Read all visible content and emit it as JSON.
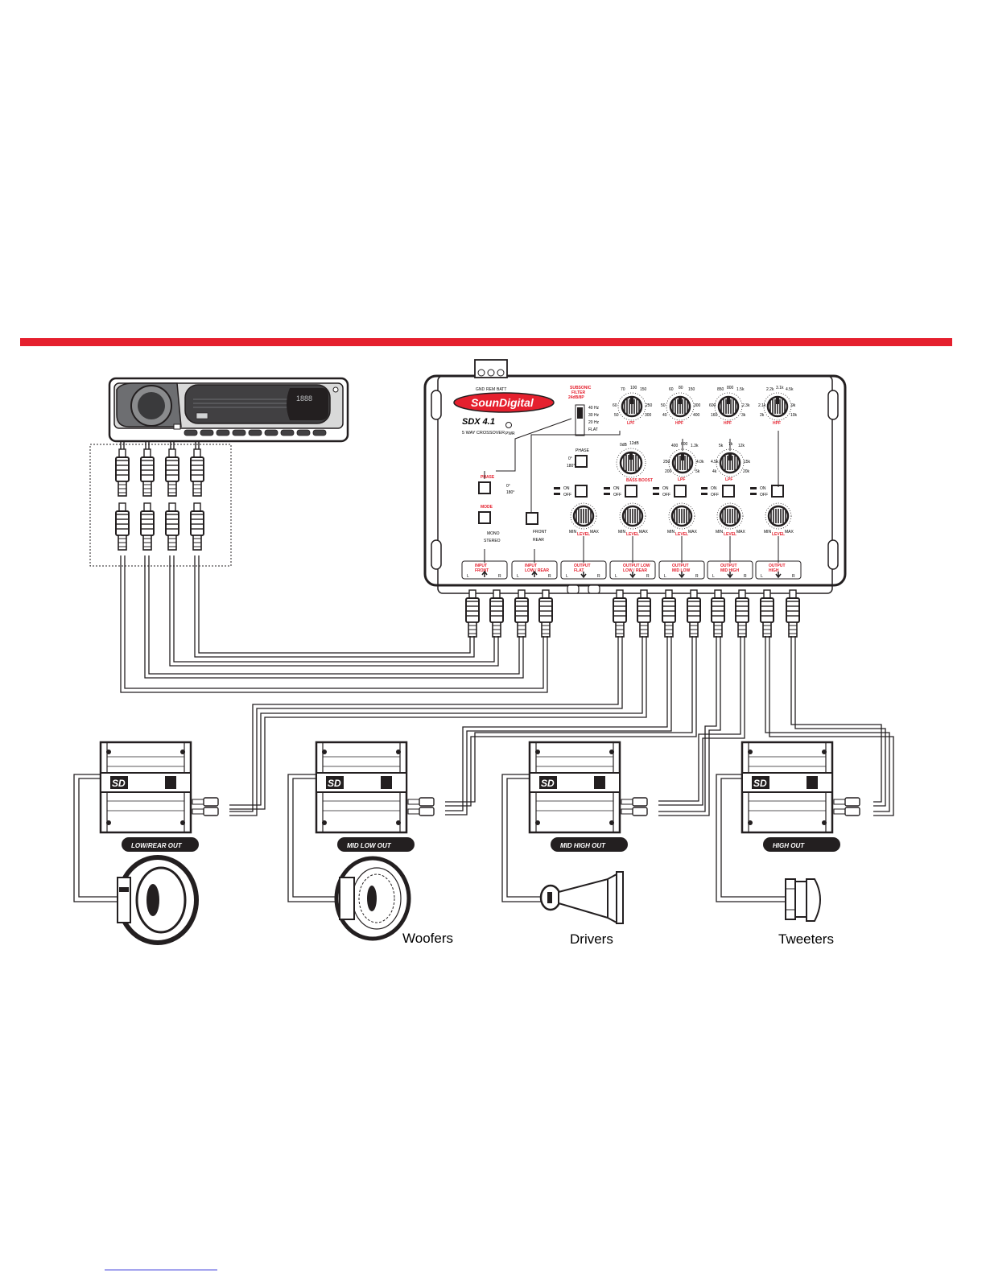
{
  "brand": {
    "logo": "SounDigital",
    "model": "SDX 4.1",
    "subtitle": "5 WAY CROSSOVER",
    "accent_color": "#e5202e",
    "power_label": "PWR"
  },
  "remote_terminal": [
    "GND",
    "REM",
    "BATT"
  ],
  "subsonic": {
    "title": [
      "SUBSONIC",
      "FILTER",
      "24dB/8P"
    ],
    "options": [
      "40 Hz",
      "30 Hz",
      "20 Hz",
      "FLAT"
    ]
  },
  "knobs_top": [
    {
      "label": "LPF",
      "ticks": [
        "70",
        "100",
        "150",
        "60",
        "250",
        "50",
        "300"
      ]
    },
    {
      "label": "HPF",
      "ticks": [
        "60",
        "80",
        "150",
        "50",
        "300",
        "40",
        "400"
      ]
    },
    {
      "label": "HPF",
      "ticks": [
        "850",
        "800",
        "1.5k",
        "600",
        "2.3k",
        "160",
        "3k"
      ]
    },
    {
      "label": "HPF",
      "ticks": [
        "2.2k",
        "3.1k",
        "4.5k",
        "2.1k",
        "9k",
        "2k",
        "10k"
      ]
    }
  ],
  "knobs_mid": [
    {
      "label": "BASS BOOST",
      "ticks": [
        "0dB",
        "12dB"
      ]
    },
    {
      "label": "LPF",
      "ticks": [
        "400",
        "600",
        "1.3k",
        "250",
        "4.0k",
        "200",
        "5k"
      ]
    },
    {
      "label": "LPF",
      "ticks": [
        "5k",
        "7k",
        "12k",
        "4.5k",
        "15k",
        "4k",
        "20k"
      ]
    }
  ],
  "phase": {
    "label": "PHASE",
    "options": [
      "0°",
      "180°"
    ]
  },
  "mode": {
    "label": "MODE",
    "options": [
      "MONO",
      "STEREO"
    ]
  },
  "front_rear": [
    "FRONT",
    "REAR"
  ],
  "on_off": [
    "ON",
    "OFF"
  ],
  "level": {
    "label": "LEVEL",
    "min": "MIN",
    "max": "MAX"
  },
  "io_boxes": [
    {
      "line1": "INPUT",
      "line2": "FRONT"
    },
    {
      "line1": "INPUT",
      "line2": "LOW / REAR"
    },
    {
      "line1": "OUTPUT",
      "line2": "FLAT"
    },
    {
      "line1": "OUTPUT LOW",
      "line2": "LOW / REAR"
    },
    {
      "line1": "OUTPUT",
      "line2": "MID LOW"
    },
    {
      "line1": "OUTPUT",
      "line2": "MID HIGH"
    },
    {
      "line1": "OUTPUT",
      "line2": "HIGH"
    }
  ],
  "lr": [
    "L",
    "R"
  ],
  "head_unit": {
    "clock": "1888"
  },
  "amplifiers": [
    {
      "badge": "SD",
      "out_label": "LOW/REAR OUT"
    },
    {
      "badge": "SD",
      "out_label": "MID LOW OUT"
    },
    {
      "badge": "SD",
      "out_label": "MID HIGH OUT"
    },
    {
      "badge": "SD",
      "out_label": "HIGH OUT"
    }
  ],
  "speaker_labels": [
    "Woofers",
    "Drivers",
    "Tweeters"
  ]
}
